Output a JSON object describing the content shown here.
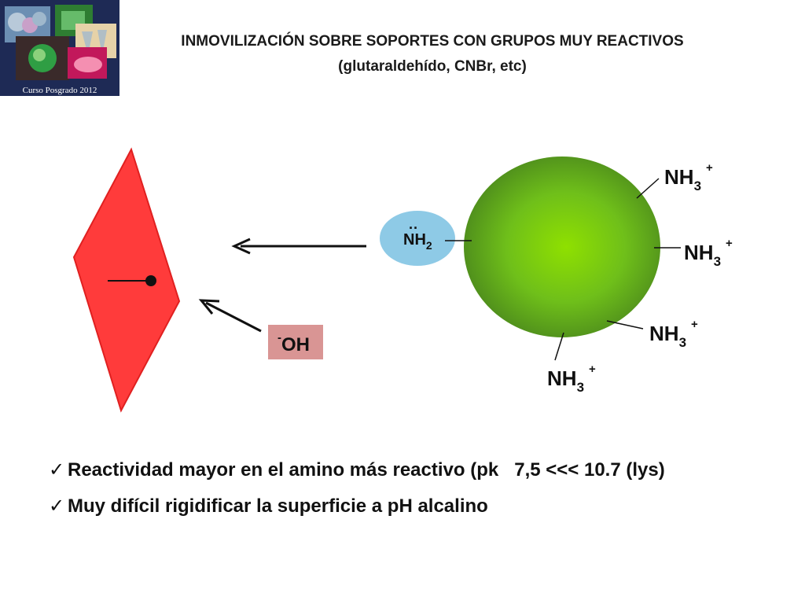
{
  "header": {
    "title_line1": "INMOVILIZACIÓN SOBRE SOPORTES CON GRUPOS MUY REACTIVOS",
    "title_line2": "(glutaraldehído, CNBr, etc)",
    "logo_caption": "Curso Posgrado 2012"
  },
  "diagram": {
    "support_color": "#ff3b3b",
    "protein_color": "#7fbf1a",
    "nh2_bubble_color": "#8ecae6",
    "oh_box_color": "#d99594",
    "nh2_label": "NH",
    "nh2_subscript": "2",
    "nh2_dots": "··",
    "oh_superscript": "-",
    "oh_label": "OH",
    "amine_groups": [
      {
        "label": "NH",
        "subscript": "3",
        "charge": "+"
      },
      {
        "label": "NH",
        "subscript": "3",
        "charge": "+"
      },
      {
        "label": "NH",
        "subscript": "3",
        "charge": "+"
      },
      {
        "label": "NH",
        "subscript": "3",
        "charge": "+"
      }
    ]
  },
  "bullets": [
    {
      "check": "✓",
      "text": "Reactividad mayor en el amino más reactivo (pk   7,5 <<< 10.7 (lys)"
    },
    {
      "check": "✓",
      "text": "Muy difícil rigidificar la superficie a pH alcalino"
    }
  ]
}
